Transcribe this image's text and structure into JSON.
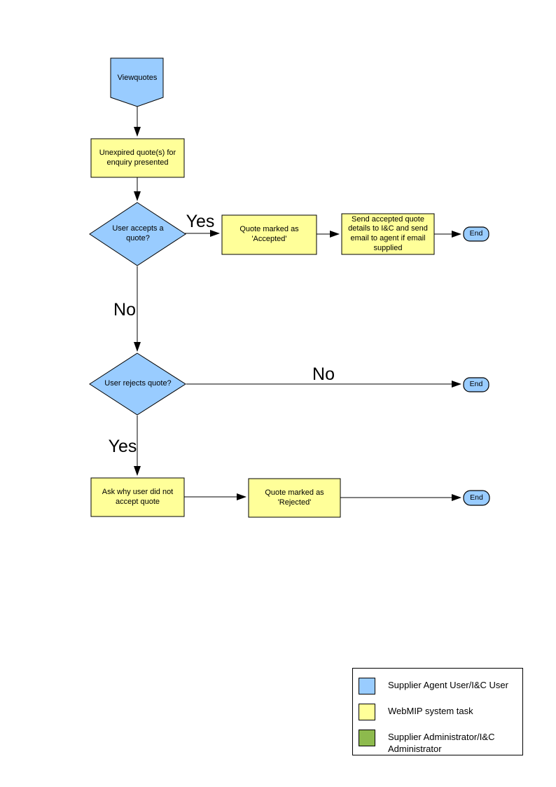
{
  "diagram": {
    "nodes": {
      "start": {
        "label": "Viewquotes",
        "type": "user"
      },
      "present_quotes": {
        "label": "Unexpired quote(s) for enquiry presented",
        "type": "system"
      },
      "accept_decision": {
        "label": "User accepts a quote?",
        "type": "user"
      },
      "marked_accepted": {
        "label": "Quote  marked as 'Accepted'",
        "type": "system"
      },
      "send_details": {
        "label": "Send accepted quote details to I&C and send email to agent if email supplied",
        "type": "system"
      },
      "end_accept": {
        "label": "End",
        "type": "user"
      },
      "reject_decision": {
        "label": "User rejects quote?",
        "type": "user"
      },
      "end_no_reject": {
        "label": "End",
        "type": "user"
      },
      "ask_why": {
        "label": "Ask why user did not accept quote",
        "type": "system"
      },
      "marked_rejected": {
        "label": "Quote  marked as 'Rejected'",
        "type": "system"
      },
      "end_reject": {
        "label": "End",
        "type": "user"
      }
    },
    "edge_labels": {
      "accept_yes": "Yes",
      "accept_no": "No",
      "reject_no": "No",
      "reject_yes": "Yes"
    },
    "colors": {
      "user_task_fill": "#99CCFF",
      "system_task_fill": "#FFFF99",
      "admin_task_fill": "#8DBA4D",
      "shape_border": "#000000",
      "connector": "#000000",
      "background": "#FFFFFF"
    }
  },
  "legend": {
    "items": [
      {
        "swatch_color": "#99CCFF",
        "label": "Supplier Agent User/I&C User"
      },
      {
        "swatch_color": "#FFFF99",
        "label": "WebMIP system task"
      },
      {
        "swatch_color": "#8DBA4D",
        "label": "Supplier Administrator/I&C Administrator"
      }
    ]
  }
}
